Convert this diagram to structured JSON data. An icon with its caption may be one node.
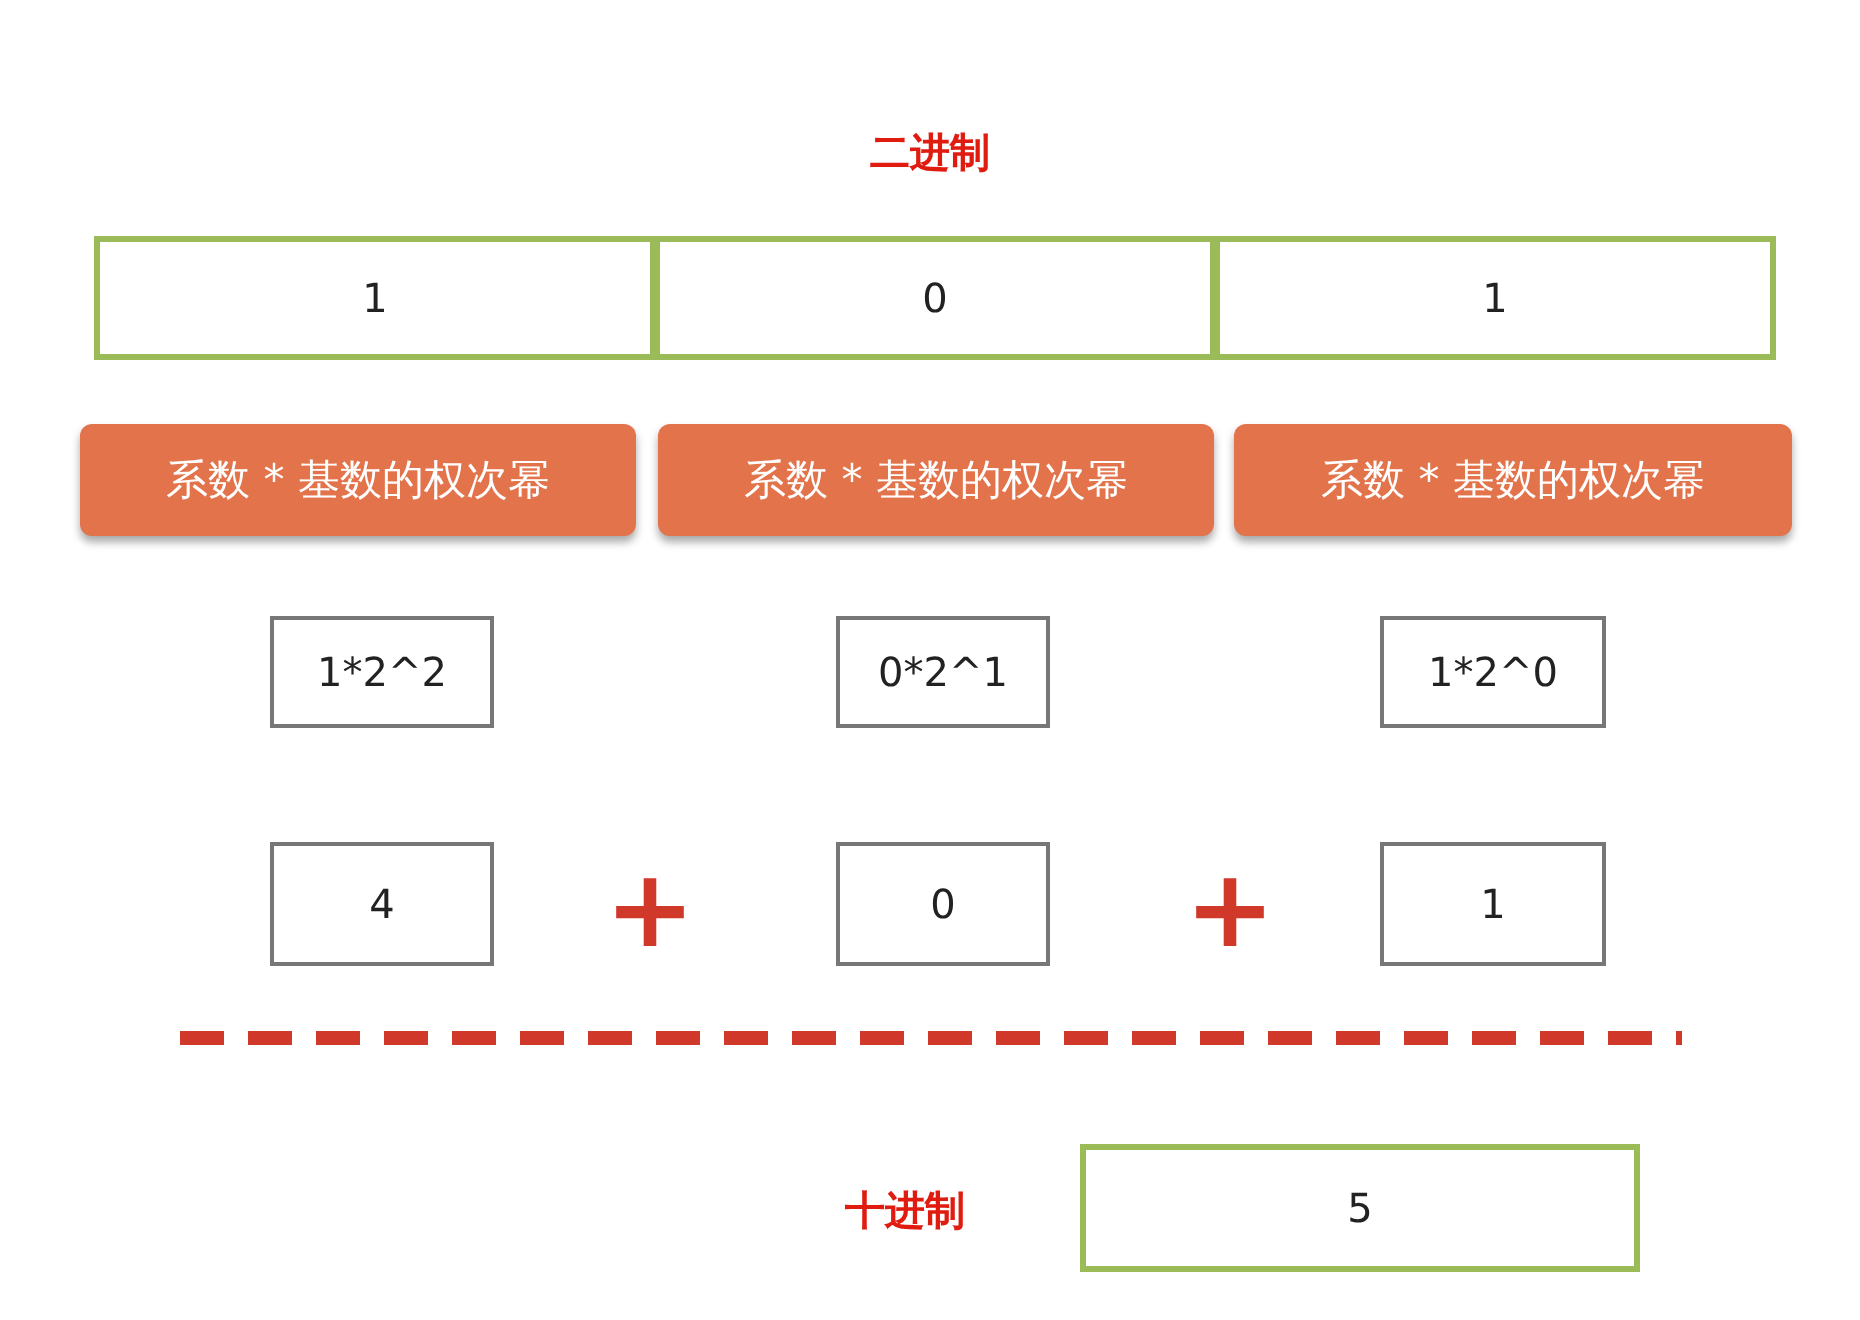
{
  "diagram": {
    "title": "二进制",
    "nodes": [
      {
        "text": [
          "1"
        ]
      },
      {
        "text": [
          "0"
        ]
      },
      {
        "text": [
          "1"
        ]
      },
      {
        "text": [
          "系数 * 基数的权次幂"
        ]
      },
      {
        "text": [
          "系数 * 基数的权次幂"
        ]
      },
      {
        "text": [
          "系数 * 基数的权次幂"
        ]
      },
      {
        "text": [
          "1*2^2"
        ]
      },
      {
        "text": [
          "0*2^1"
        ]
      },
      {
        "text": [
          "1*2^0"
        ]
      },
      {
        "text": [
          "4"
        ]
      },
      {
        "text": [
          "0"
        ]
      },
      {
        "text": [
          "1"
        ]
      },
      {
        "text": [
          "5"
        ],
        "beside": [
          "十进制"
        ]
      }
    ],
    "labels": [
      "+",
      "+"
    ]
  }
}
